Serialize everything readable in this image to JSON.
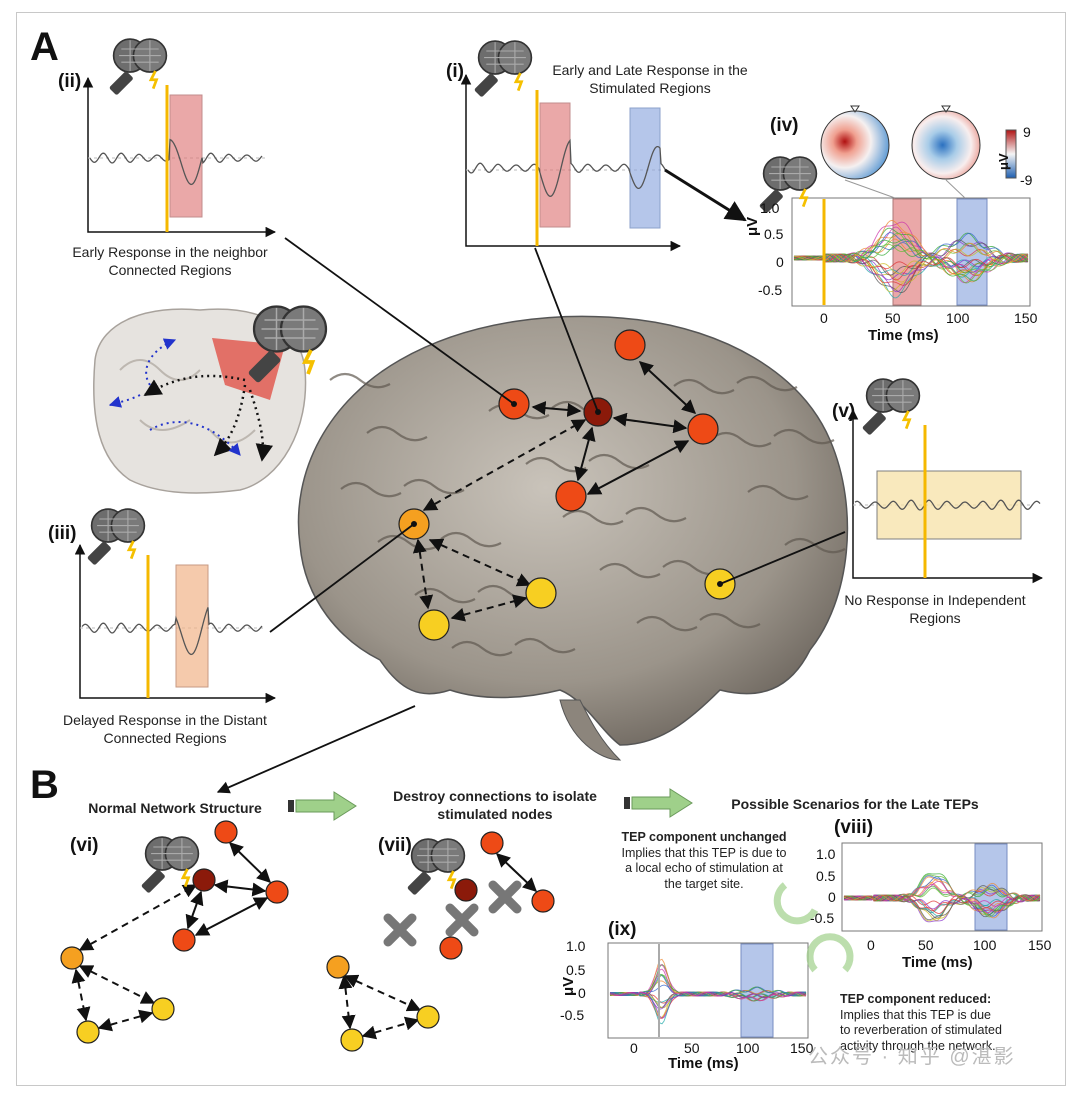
{
  "panels": {
    "A": "A",
    "B": "B"
  },
  "labels": {
    "i": "(i)",
    "ii": "(ii)",
    "iii": "(iii)",
    "iv": "(iv)",
    "v": "(v)",
    "vi": "(vi)",
    "vii": "(vii)",
    "viii": "(viii)",
    "ix": "(ix)"
  },
  "captions": {
    "i_line1": "Early and Late Response in the",
    "i_line2": "Stimulated Regions",
    "ii_line1": "Early Response in the neighbor",
    "ii_line2": "Connected Regions",
    "iii_line1": "Delayed Response in the Distant",
    "iii_line2": "Connected Regions",
    "v_line1": "No Response in Independent",
    "v_line2": "Regions"
  },
  "section_b": {
    "normal": "Normal Network Structure",
    "destroy_line1": "Destroy connections to isolate",
    "destroy_line2": "stimulated nodes",
    "scenarios": "Possible Scenarios for the Late TEPs"
  },
  "notes": {
    "unchanged_title": "TEP component unchanged",
    "unchanged_line1": "Implies that this TEP is due to",
    "unchanged_line2": "a local echo of stimulation at",
    "unchanged_line3": "the target site.",
    "reduced_title": "TEP component reduced:",
    "reduced_line1": "Implies that this TEP is due",
    "reduced_line2": "to reverberation of stimulated",
    "reduced_line3": "activity through the network."
  },
  "iv_plot": {
    "yticks": [
      "1.0",
      "0.5",
      "0",
      "-0.5"
    ],
    "xticks": [
      "0",
      "50",
      "100",
      "150"
    ],
    "ylabel": "μV",
    "xlabel": "Time (ms)",
    "colorbar_max": "9",
    "colorbar_min": "-9",
    "colorbar_unit": "μV"
  },
  "viii_plot": {
    "yticks": [
      "1.0",
      "0.5",
      "0",
      "-0.5"
    ],
    "xticks": [
      "0",
      "50",
      "100",
      "150"
    ],
    "xlabel": "Time (ms)"
  },
  "ix_plot": {
    "yticks": [
      "1.0",
      "0.5",
      "0",
      "-0.5"
    ],
    "xticks": [
      "0",
      "50",
      "100",
      "150"
    ],
    "ylabel": "μV",
    "xlabel": "Time (ms)"
  },
  "watermark": "公众号 · 知乎 @湛影",
  "colors": {
    "stim_node": "#8b1a0a",
    "near_node": "#ee4a16",
    "mid_node": "#f5a020",
    "far_node": "#f7cf22",
    "early_window": "#e07a7a",
    "late_window": "#8fa9e0",
    "tms_line": "#f5b800",
    "arrow_green": "#9fd08a"
  }
}
